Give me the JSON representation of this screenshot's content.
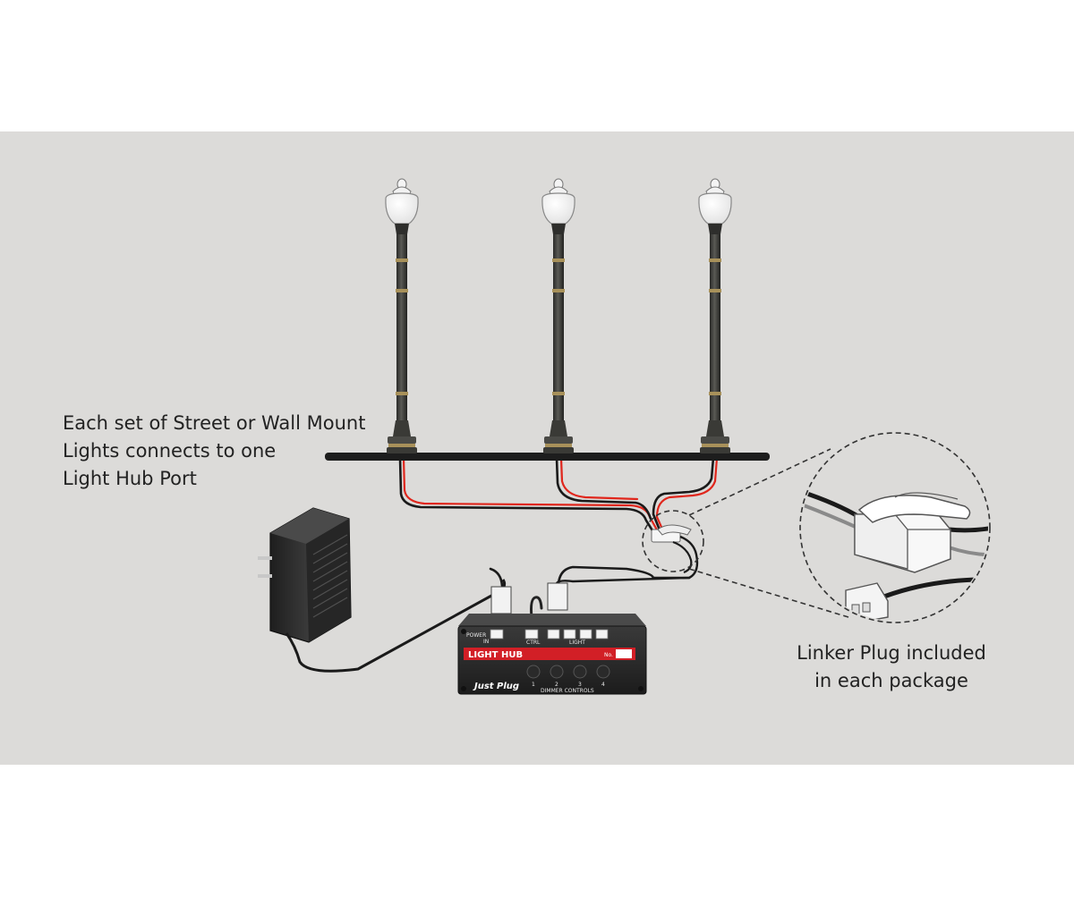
{
  "captions": {
    "lights_caption": [
      "Each set of Street or Wall Mount",
      "Lights connects to one",
      "Light Hub Port"
    ],
    "linker_caption": [
      "Linker Plug included",
      "in each package"
    ]
  },
  "hub": {
    "power_label": "POWER",
    "in_label": "IN",
    "ctrl_label": "CTRL",
    "light_label": "LIGHT",
    "title": "LIGHT HUB",
    "no_label": "No.",
    "brand": "Just Plug",
    "dimmer_label": "DIMMER CONTROLS",
    "knob_numbers": [
      "1",
      "2",
      "3",
      "4"
    ]
  },
  "colors": {
    "panel_bg": "#dcdbd9",
    "hub_red": "#d21f26",
    "wire_red": "#e0261c",
    "wire_black": "#1a1a1a",
    "post_dark": "#3a3a36",
    "post_band": "#a8915a"
  }
}
